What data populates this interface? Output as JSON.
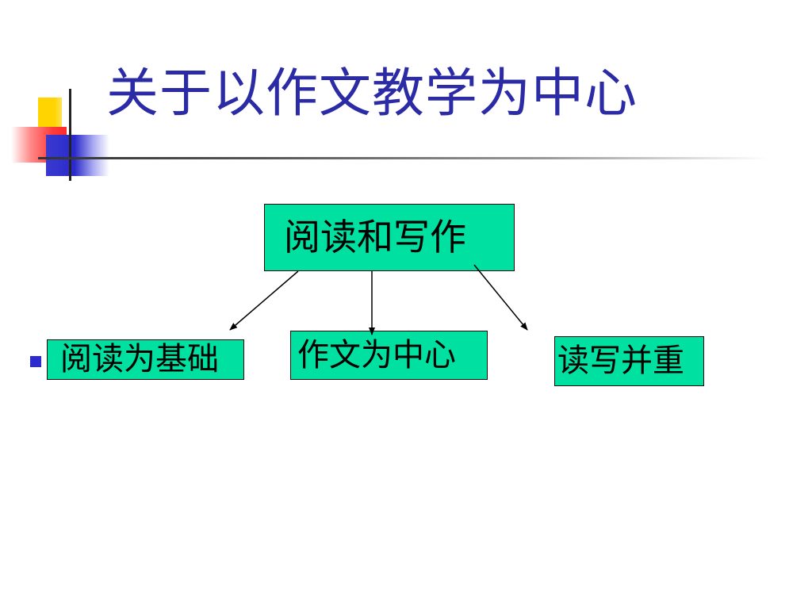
{
  "slide": {
    "title": "关于以作文教学为中心",
    "title_color": "#2b2ba6",
    "box_color": "#00e0a0",
    "bullet_color": "#2b2bd0"
  },
  "diagram": {
    "root": "阅读和写作",
    "children": [
      "阅读为基础",
      "作文为中心",
      "读写并重"
    ]
  }
}
